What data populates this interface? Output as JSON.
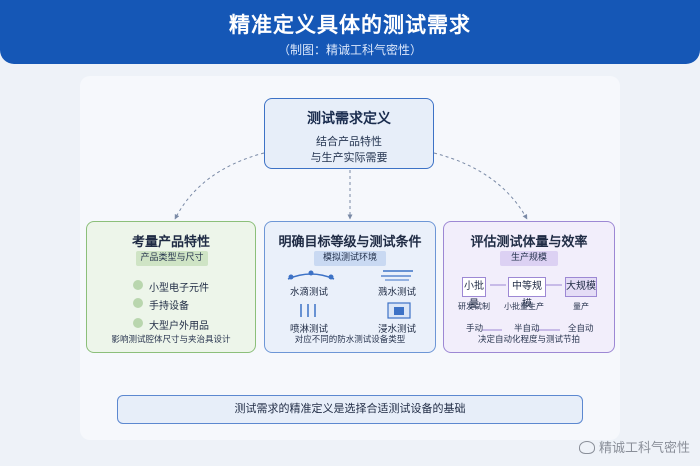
{
  "header": {
    "title": "精准定义具体的测试需求",
    "subtitle": "（制图：精诚工科气密性）"
  },
  "top": {
    "title": "测试需求定义",
    "line1": "结合产品特性",
    "line2": "与生产实际需要"
  },
  "cards": {
    "product": {
      "title": "考量产品特性",
      "tag": "产品类型与尺寸",
      "items": [
        "小型电子元件",
        "手持设备",
        "大型户外用品"
      ],
      "footer": "影响测试腔体尺寸与夹治具设计"
    },
    "target": {
      "title": "明确目标等级与测试条件",
      "tag": "模拟测试环境",
      "tests": [
        "水滴测试",
        "溅水测试",
        "喷淋测试",
        "浸水测试"
      ],
      "footer": "对应不同的防水测试设备类型"
    },
    "volume": {
      "title": "评估测试体量与效率",
      "tag": "生产规模",
      "scales": [
        {
          "label": "小批量",
          "caption": "研发试制"
        },
        {
          "label": "中等规模",
          "caption": "小批量生产"
        },
        {
          "label": "大规模",
          "caption": "量产"
        }
      ],
      "automation": [
        "手动",
        "半自动",
        "全自动"
      ],
      "footer": "决定自动化程度与测试节拍"
    }
  },
  "bottom": {
    "text": "测试需求的精准定义是选择合适测试设备的基础"
  },
  "watermark": "精诚工科气密性",
  "colors": {
    "header": "#1557b6",
    "green": "#8cbf7a",
    "blue": "#6d96d6",
    "purple": "#9d88d4"
  }
}
